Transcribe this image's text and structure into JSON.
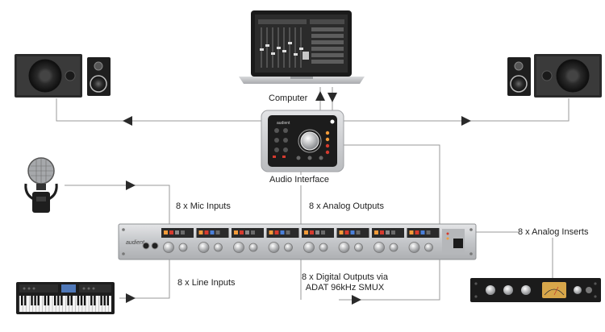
{
  "labels": {
    "computer": "Computer",
    "audio_interface": "Audio Interface",
    "mic_inputs": "8 x Mic Inputs",
    "analog_outputs": "8 x Analog Outputs",
    "analog_inserts": "8 x Analog Inserts",
    "line_inputs": "8 x Line Inputs",
    "digital_outputs_line1": "8 x Digital Outputs via",
    "digital_outputs_line2": "ADAT 96kHz SMUX"
  },
  "device_text": {
    "preamp_brand": "audient",
    "interface_brand": "audient"
  },
  "colors": {
    "line": "#9a9a9a",
    "arrow": "#2a2a2a",
    "rack_silver": "#c9cbce",
    "device_dark": "#1c1c1c",
    "accent_red": "#d63a2e",
    "accent_orange": "#f39c3a",
    "accent_blue": "#4a7fd8"
  }
}
